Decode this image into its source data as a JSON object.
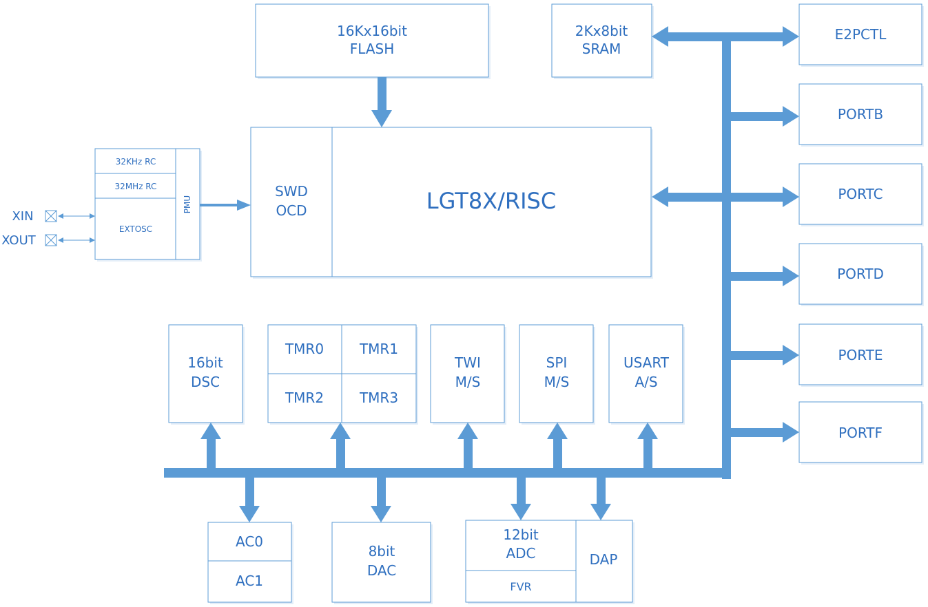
{
  "colors": {
    "stroke": "#5b9bd5",
    "text": "#2f6fbf",
    "bus": "#5b9bd5"
  },
  "flash": {
    "line1": "16Kx16bit",
    "line2": "FLASH"
  },
  "sram": {
    "line1": "2Kx8bit",
    "line2": "SRAM"
  },
  "core": {
    "name": "LGT8X/RISC",
    "debug_line1": "SWD",
    "debug_line2": "OCD"
  },
  "clock": {
    "rc32k": "32KHz RC",
    "rc32m": "32MHz RC",
    "extosc": "EXTOSC",
    "pmu": "PMU",
    "xin": "XIN",
    "xout": "XOUT"
  },
  "ports": [
    "E2PCTL",
    "PORTB",
    "PORTC",
    "PORTD",
    "PORTE",
    "PORTF"
  ],
  "peripherals": {
    "dsc": {
      "line1": "16bit",
      "line2": "DSC"
    },
    "timers": [
      "TMR0",
      "TMR1",
      "TMR2",
      "TMR3"
    ],
    "twi": {
      "line1": "TWI",
      "line2": "M/S"
    },
    "spi": {
      "line1": "SPI",
      "line2": "M/S"
    },
    "usart": {
      "line1": "USART",
      "line2": "A/S"
    }
  },
  "analog": {
    "ac0": "AC0",
    "ac1": "AC1",
    "dac": {
      "line1": "8bit",
      "line2": "DAC"
    },
    "adc": {
      "line1": "12bit",
      "line2": "ADC"
    },
    "fvr": "FVR",
    "dap": "DAP"
  }
}
